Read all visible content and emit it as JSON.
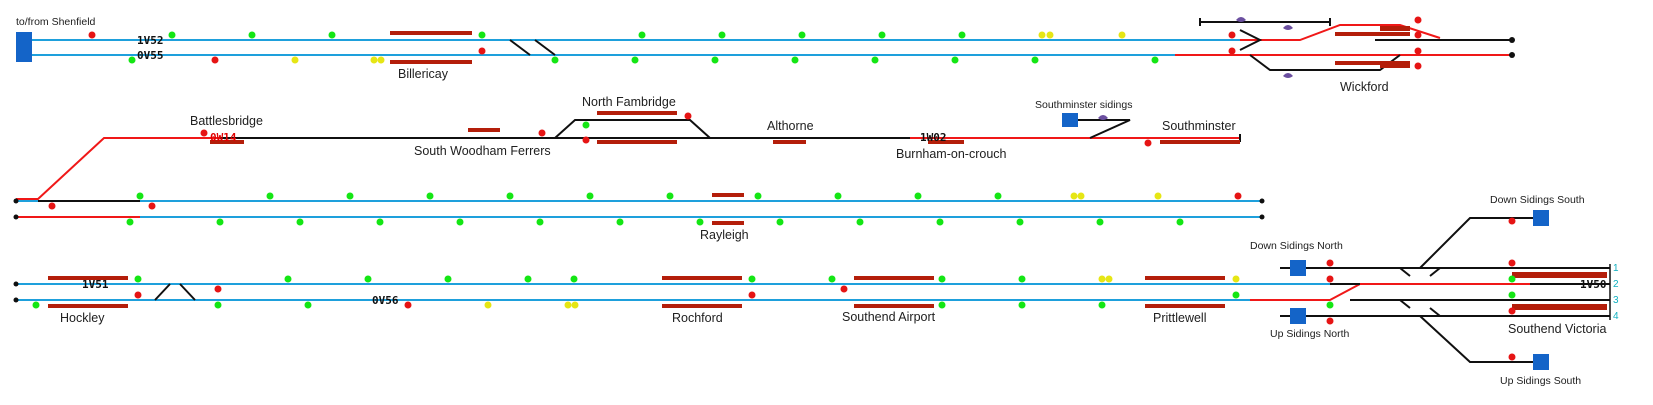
{
  "panel": {
    "colors": {
      "track_clear": "#1ea0dc",
      "track_set": "#f01818",
      "track_unset": "#101010",
      "platform": "#b41e0a",
      "signal_green": "#14e614",
      "signal_red": "#e61414",
      "signal_yellow": "#e6e614",
      "boundary_blue": "#1464c8"
    },
    "labels": {
      "shenfield": "to/from Shenfield",
      "billericay": "Billericay",
      "wickford": "Wickford",
      "north_fambridge": "North Fambridge",
      "battlesbridge": "Battlesbridge",
      "althorne": "Althorne",
      "south_woodham_ferrers": "South Woodham Ferrers",
      "burnham": "Burnham-on-crouch",
      "southminster_sidings": "Southminster sidings",
      "southminster": "Southminster",
      "rayleigh": "Rayleigh",
      "hockley": "Hockley",
      "rochford": "Rochford",
      "southend_airport": "Southend Airport",
      "prittlewell": "Prittlewell",
      "down_sidings_south": "Down Sidings South",
      "down_sidings_north": "Down Sidings North",
      "up_sidings_north": "Up Sidings North",
      "southend_victoria": "Southend Victoria",
      "up_sidings_south": "Up Sidings South"
    },
    "headcodes": {
      "h1v52": "1V52",
      "h0v55": "0V55",
      "h0w14": "0W14",
      "h1w02": "1W02",
      "h1v51": "1V51",
      "h0v56": "0V56",
      "h1v50": "1V50"
    },
    "platform_numbers": [
      "1",
      "2",
      "3",
      "4"
    ]
  }
}
